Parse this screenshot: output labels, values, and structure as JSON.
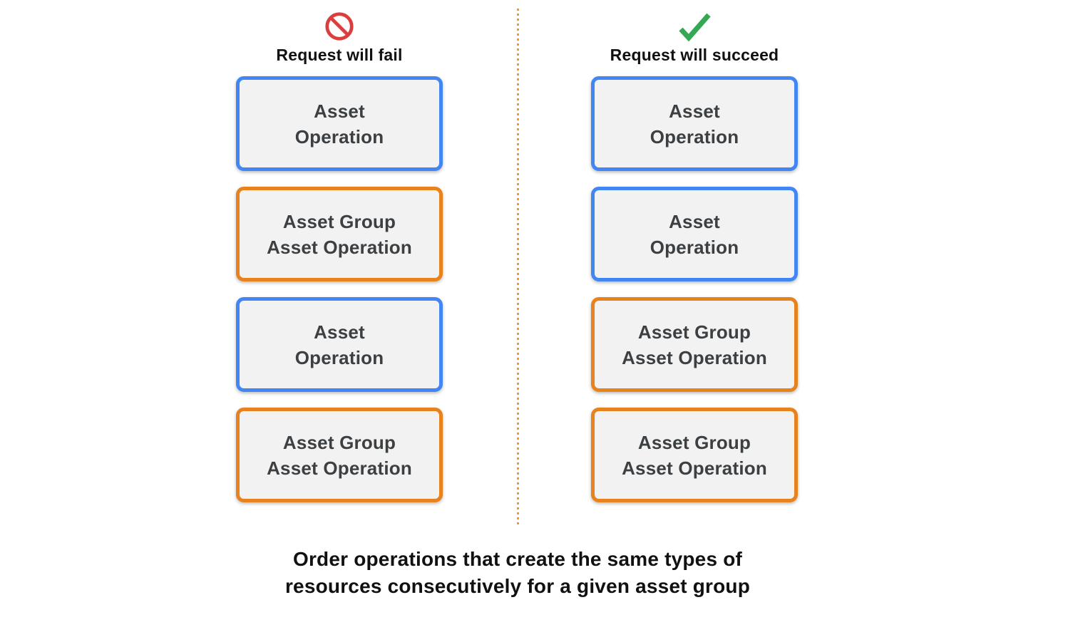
{
  "fail_column": {
    "title": "Request will fail",
    "icon": "no-symbol",
    "boxes": [
      {
        "type": "asset-operation",
        "border": "blue",
        "lines": [
          "Asset",
          "Operation"
        ]
      },
      {
        "type": "asset-group-asset-operation",
        "border": "orange",
        "lines": [
          "Asset Group",
          "Asset Operation"
        ]
      },
      {
        "type": "asset-operation",
        "border": "blue",
        "lines": [
          "Asset",
          "Operation"
        ]
      },
      {
        "type": "asset-group-asset-operation",
        "border": "orange",
        "lines": [
          "Asset Group",
          "Asset Operation"
        ]
      }
    ]
  },
  "succeed_column": {
    "title": "Request will succeed",
    "icon": "checkmark",
    "boxes": [
      {
        "type": "asset-operation",
        "border": "blue",
        "lines": [
          "Asset",
          "Operation"
        ]
      },
      {
        "type": "asset-operation",
        "border": "blue",
        "lines": [
          "Asset",
          "Operation"
        ]
      },
      {
        "type": "asset-group-asset-operation",
        "border": "orange",
        "lines": [
          "Asset Group",
          "Asset Operation"
        ]
      },
      {
        "type": "asset-group-asset-operation",
        "border": "orange",
        "lines": [
          "Asset Group",
          "Asset Operation"
        ]
      }
    ]
  },
  "caption": {
    "line1": "Order operations that create the same types of",
    "line2": "resources consecutively for a given asset group"
  },
  "colors": {
    "blue": "#4285F4",
    "orange": "#E8821C",
    "red": "#DB3E3E",
    "green": "#34A853",
    "box-fill": "#F2F2F2",
    "box-text": "#3C4043",
    "divider": "#E89A3C",
    "heading-text": "#111111"
  }
}
